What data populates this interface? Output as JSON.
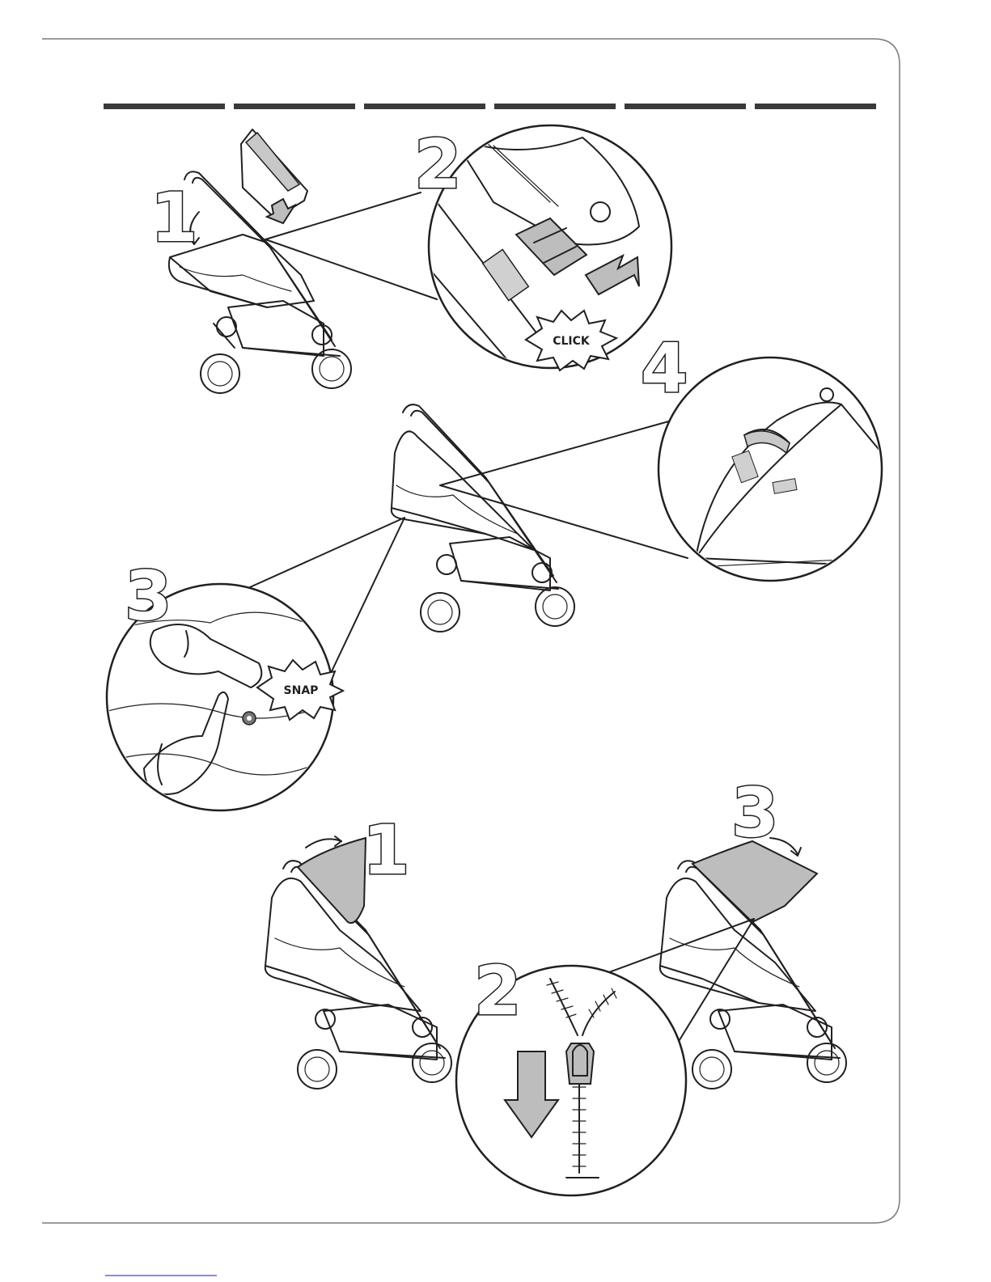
{
  "colors": {
    "ink": "#231f20",
    "tab_bar": "#3a3a3a",
    "fill_gray": "#bdbdbd",
    "frame_line": "#7a7a7a"
  },
  "section_a": {
    "steps": [
      {
        "label": "1"
      },
      {
        "label": "2"
      },
      {
        "label": "3"
      },
      {
        "label": "4"
      }
    ],
    "click_label": "CLICK",
    "snap_label": "SNAP"
  },
  "section_b": {
    "steps": [
      {
        "label": "1"
      },
      {
        "label": "2"
      },
      {
        "label": "3"
      }
    ]
  },
  "icons": [
    "arrow-down-icon",
    "curved-arrow-icon",
    "zipper-icon"
  ]
}
